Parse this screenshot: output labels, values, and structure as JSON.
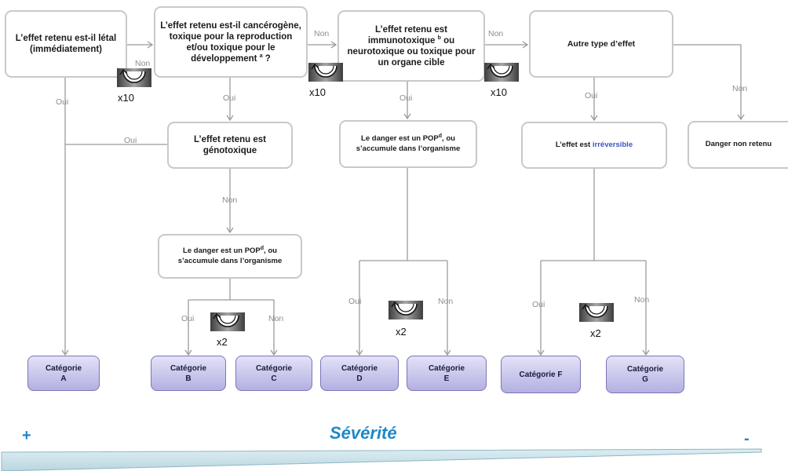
{
  "decision_boxes": {
    "q_letal": "L’effet retenu est-il létal (immédiatement)",
    "q_cmr": "L’effet retenu est-il cancérogène, toxique pour la reproduction et/ou toxique pour le développement",
    "q_cmr_sup": "a",
    "q_cmr_end": " ?",
    "q_immuno_1": "L’effet retenu est immunotoxique",
    "q_immuno_sup": "b",
    "q_immuno_2": " ou neurotoxique ou toxique pour un organe cible",
    "autre_type": "Autre type d’effet",
    "q_genotox": "L’effet retenu est génotoxique",
    "q_pop_1_a": "Le danger est un POP",
    "q_pop_1_sup": "d",
    "q_pop_1_b": ", ou s’accumule dans l’organisme",
    "q_pop_2_a": "Le danger est un POP",
    "q_pop_2_sup": "d",
    "q_pop_2_b": ", ou s’accumule dans l’organisme",
    "q_irrev_a": "L’effet est ",
    "q_irrev_b": "irréversible",
    "danger_non_retenu": "Danger non retenu"
  },
  "categories": [
    {
      "label": "Catégorie",
      "letter": "A"
    },
    {
      "label": "Catégorie",
      "letter": "B"
    },
    {
      "label": "Catégorie",
      "letter": "C"
    },
    {
      "label": "Catégorie",
      "letter": "D"
    },
    {
      "label": "Catégorie",
      "letter": "E"
    },
    {
      "label": "Catégorie F",
      "letter": ""
    },
    {
      "label": "Catégorie",
      "letter": "G"
    }
  ],
  "edge_labels": {
    "non": "Non",
    "oui": "Oui"
  },
  "multipliers": {
    "x10": "x10",
    "x2": "x2"
  },
  "severity": {
    "title": "Sévérité",
    "plus": "+",
    "minus": "-"
  },
  "colors": {
    "box_border": "#c9c9c9",
    "connector": "#9a9a9a",
    "category_fill_top": "#e3e2f7",
    "category_fill_bottom": "#b3b0e2",
    "category_border": "#7a76b8",
    "severity_text": "#1f88c8",
    "irreversible_text": "#3a57c0",
    "wedge": "#cfe3ea"
  },
  "icons": {
    "cycle": "cycle-arrow-icon"
  }
}
